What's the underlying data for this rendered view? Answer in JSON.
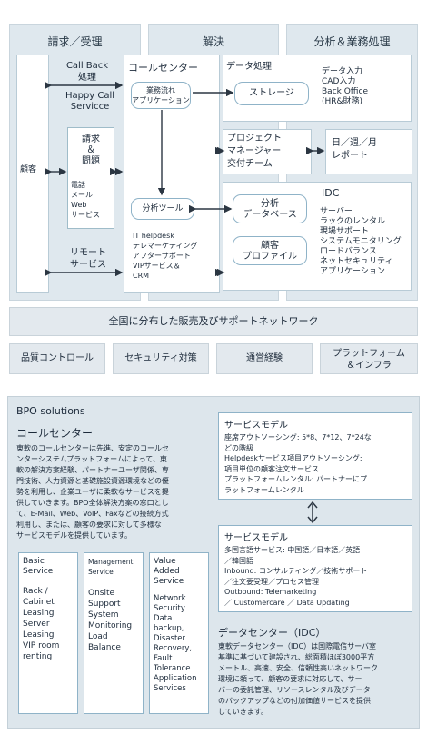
{
  "colors": {
    "panel_bg": "#dfe8ee",
    "box_border": "#8fb3c8",
    "arrow": "#2b3642",
    "bottom_bg": "#dde6ec"
  },
  "top": {
    "columns": [
      "請求／受理",
      "解決",
      "分析＆業務処理"
    ],
    "customer": "顧客",
    "callback": "Call Back\n処理",
    "happycall": "Happy Call\nServicce",
    "request_box": "請求\n＆\n問題",
    "channels": "電話\nメール\nWeb\nサービス",
    "remote": "リモート\nサービス",
    "callcenter_title": "コールセンター",
    "workflow_app": "業務流れ\nアプリケーション",
    "analysis_tool": "分析ツール",
    "callcenter_list": "IT helpdesk\nテレマーケティング\nアフターサポート\nVIPサービス＆\nCRM",
    "data_processing": "データ処理",
    "storage": "ストレージ",
    "data_entry": "データ入力\nCAD入力\nBack Office\n(HR&財務)",
    "project_team": "プロジェクト\nマネージャー\n交付チーム",
    "reports": "日／週／月\nレポート",
    "idc_title": "IDC",
    "analysis_db": "分析\nデータベース",
    "customer_profile": "顧客\nプロファイル",
    "idc_list": "サーバー\nラックのレンタル\n現場サポート\nシステムモニタリング\nロードバランス\nネットセキュリティ\nアプリケーション",
    "network_bar": "全国に分布した販売及びサポートネットワーク",
    "bottom_bars": [
      "品質コントロール",
      "セキュリティ対策",
      "通営経験",
      "プラットフォーム\n＆インフラ"
    ]
  },
  "bottom": {
    "heading": "BPO solutions",
    "cc_title": "コールセンター",
    "cc_text": "東軟のコールセンターは先進、安定のコールセ\nンターシステムプラットフォームによって、東\n軟の解決方案経験、パートナーユーザ関係、専\n門技術、人力資源と基礎施設資源環境などの優\n勢を利用し、企業ユーザに柔軟なサービスを提\n供していきます。BPO全体解決方案の窓口とし\nて、E-Mail、Web、VoIP、Faxなどの接続方式\n利用し、または、顧客の要求に対して多様な\nサービスモデルを提供しています。",
    "cards": [
      {
        "head": "Basic\nService",
        "body": "Rack /\nCabinet\nLeasing\nServer\nLeasing\nVIP room\nrenting"
      },
      {
        "head": "Management\nService",
        "body": "Onsite\nSupport\nSystem\nMonitoring\nLoad\nBalance"
      },
      {
        "head": "Value\nAdded\nService",
        "body": "Network\nSecurity\nData\nbackup,\nDisaster\nRecovery,\nFault\nTolerance\nApplication\nServices"
      }
    ],
    "sm1_title": "サービスモデル",
    "sm1_text": "座席アウトソーシング: 5*8、7*12、7*24な\nどの階級\nHelpdeskサービス項目アウトソーシング:\n項目単位の顧客注文サービス\nプラットフォームレンタル: パートナーにプ\nラットフォームレンタル",
    "sm2_title": "サービスモデル",
    "sm2_text": "多国言語サービス: 中国語／日本語／英語\n／韓国語\nInbound: コンサルティング／技術サポート\n／注文要受理／プロセス管理\nOutbound: Telemarketing\n／ Customercare ／ Data Updating",
    "dc_title": "データセンター（IDC）",
    "dc_text": "東軟データセンター（IDC）は国際電信サーバ室\n基準に基づいて建設され、総面積ほぼ3000平方\nメートル、高速、安全、信頼性高いネットワーク\n環境に頼って、顧客の要求に対応して、サー\nバーの委託管理、リソースレンタル及びデータ\nのバックアップなどの付加価値サービスを提供\nしていきます。"
  }
}
